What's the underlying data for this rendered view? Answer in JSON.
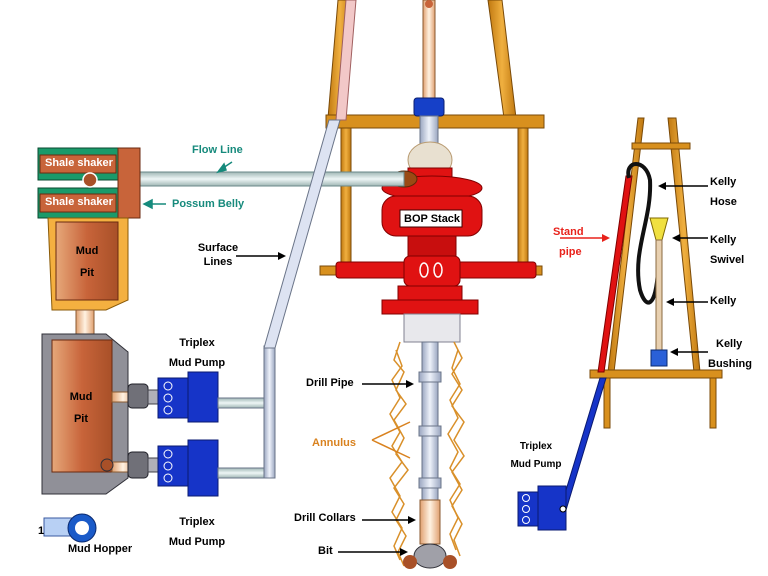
{
  "labels": {
    "shale_shaker_top": "Shale shaker",
    "shale_shaker_bottom": "Shale shaker",
    "flow_line": "Flow Line",
    "possum_belly": "Possum Belly",
    "mud_pit_upper": [
      "Mud",
      "Pit"
    ],
    "mud_pit_lower": [
      "Mud",
      "Pit"
    ],
    "surface_lines": [
      "Surface",
      "Lines"
    ],
    "triplex_pump_upper": [
      "Triplex",
      "Mud Pump"
    ],
    "triplex_pump_lower": [
      "Triplex",
      "Mud Pump"
    ],
    "triplex_pump_right": [
      "Triplex",
      "Mud Pump"
    ],
    "mud_hopper": "Mud Hopper",
    "bop_stack": "BOP Stack",
    "drill_pipe": "Drill Pipe",
    "annulus": "Annulus",
    "drill_collars": "Drill Collars",
    "bit": "Bit",
    "stand_pipe": [
      "Stand",
      "pipe"
    ],
    "kelly_hose": [
      "Kelly",
      "Hose"
    ],
    "kelly_swivel": [
      "Kelly",
      "Swivel"
    ],
    "kelly": "Kelly",
    "kelly_bushing": [
      "Kelly",
      "Bushing"
    ],
    "hopper_number": "1"
  },
  "colors": {
    "derrick": "#d8901e",
    "mud_pit": "#c8643a",
    "pump": "#1634c8",
    "bop": "#e01212",
    "pipe": "#c8d2e6",
    "flow_label": "#168a7c",
    "annulus_label": "#d9821f",
    "stand_pipe_label": "#e8221b"
  }
}
